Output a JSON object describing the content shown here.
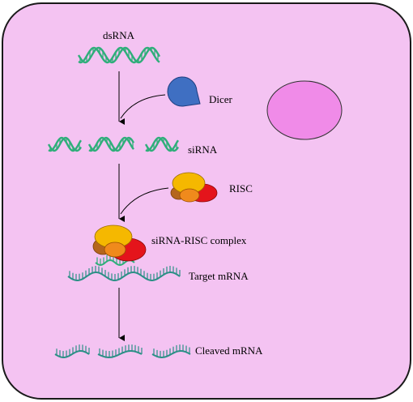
{
  "colors": {
    "cell_fill": "#f4c3f2",
    "cell_stroke": "#1a1a1a",
    "nucleus_fill": "#f08be8",
    "rna_green": "#2fae7a",
    "mrna_teal": "#2b8f86",
    "dicer_blue": "#3f6fc2",
    "risc_yellow": "#f5b800",
    "risc_orange": "#f08a1c",
    "risc_red": "#e4141b",
    "risc_brown": "#b5651d",
    "arrow": "#000000"
  },
  "labels": {
    "dsrna": "dsRNA",
    "dicer": "Dicer",
    "sirna": "siRNA",
    "risc": "RISC",
    "complex": "siRNA-RISC complex",
    "target": "Target mRNA",
    "cleaved": "Cleaved mRNA"
  },
  "icons": [
    "dicer-icon",
    "risc-icon",
    "nucleus-icon",
    "dsrna-helix",
    "sirna-helix",
    "mrna-strand"
  ]
}
